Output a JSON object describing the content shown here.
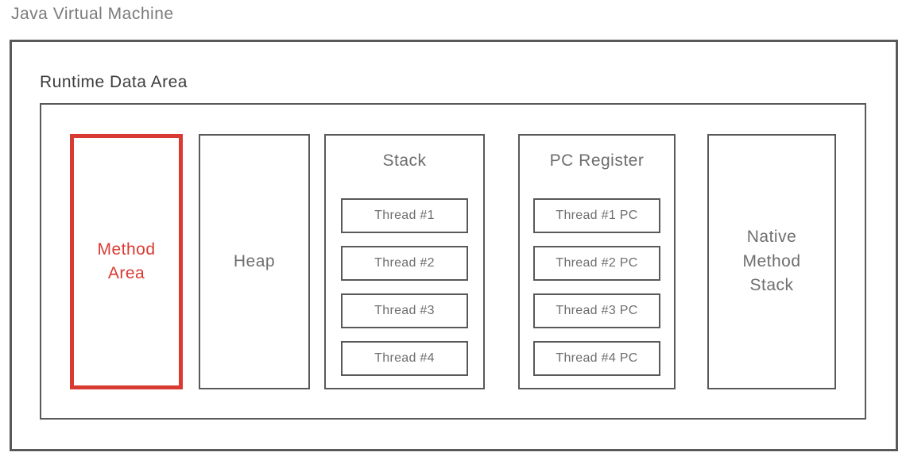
{
  "title": "Java Virtual Machine",
  "runtime": {
    "label": "Runtime Data Area",
    "method_area": {
      "label": "Method Area",
      "highlighted": true
    },
    "heap": {
      "label": "Heap"
    },
    "stack": {
      "title": "Stack",
      "threads": [
        "Thread #1",
        "Thread #2",
        "Thread #3",
        "Thread #4"
      ]
    },
    "pc_register": {
      "title": "PC Register",
      "threads": [
        "Thread #1 PC",
        "Thread #2 PC",
        "Thread #3 PC",
        "Thread #4 PC"
      ]
    },
    "native_method_stack": {
      "label": "Native Method Stack"
    }
  },
  "colors": {
    "highlight_red": "#d93a32",
    "border_gray": "#595959",
    "text_gray": "#6e6e6e",
    "title_gray": "#7b7b7b",
    "label_dark": "#3d3d3d"
  }
}
